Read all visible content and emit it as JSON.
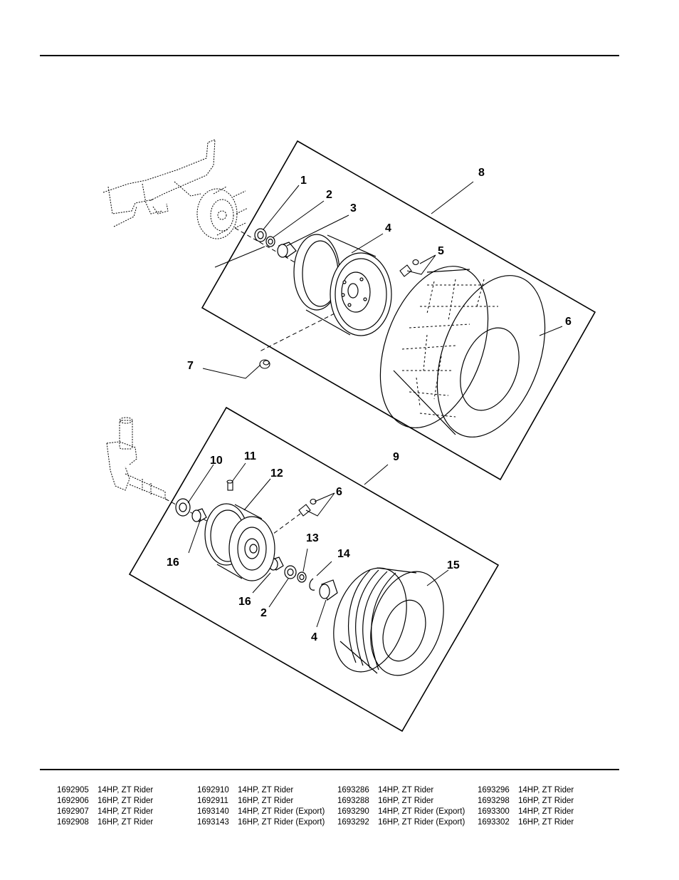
{
  "callouts": {
    "c1": "1",
    "c2": "2",
    "c3": "3",
    "c4": "4",
    "c5": "5",
    "c6": "6",
    "c7": "7",
    "c8": "8",
    "c9": "9",
    "c10": "10",
    "c11": "11",
    "c12": "12",
    "c6b": "6",
    "c13": "13",
    "c14": "14",
    "c15": "15",
    "c16a": "16",
    "c16b": "16",
    "c2b": "2",
    "c4b": "4"
  },
  "models": [
    [
      {
        "pn": "1692905",
        "desc": "14HP, ZT Rider"
      },
      {
        "pn": "1692906",
        "desc": "16HP, ZT Rider"
      },
      {
        "pn": "1692907",
        "desc": "14HP, ZT Rider"
      },
      {
        "pn": "1692908",
        "desc": "16HP, ZT Rider"
      }
    ],
    [
      {
        "pn": "1692910",
        "desc": "14HP, ZT Rider"
      },
      {
        "pn": "1692911",
        "desc": "16HP, ZT Rider"
      },
      {
        "pn": "1693140",
        "desc": "14HP, ZT Rider (Export)"
      },
      {
        "pn": "1693143",
        "desc": "16HP, ZT Rider (Export)"
      }
    ],
    [
      {
        "pn": "1693286",
        "desc": "14HP, ZT Rider"
      },
      {
        "pn": "1693288",
        "desc": "16HP, ZT Rider"
      },
      {
        "pn": "1693290",
        "desc": "14HP, ZT Rider (Export)"
      },
      {
        "pn": "1693292",
        "desc": "16HP, ZT Rider (Export)"
      }
    ],
    [
      {
        "pn": "1693296",
        "desc": "14HP, ZT Rider"
      },
      {
        "pn": "1693298",
        "desc": "16HP, ZT Rider"
      },
      {
        "pn": "1693300",
        "desc": "14HP, ZT Rider"
      },
      {
        "pn": "1693302",
        "desc": "16HP, ZT Rider"
      }
    ]
  ]
}
